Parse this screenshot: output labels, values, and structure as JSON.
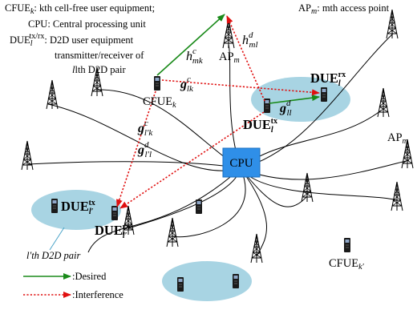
{
  "legend_top": {
    "cfue_term": "CFUE",
    "cfue_sub": "k",
    "cfue_desc": ": kth cell-free user equipment;",
    "ap_term": "AP",
    "ap_sub": "m",
    "ap_desc": ": mth access point",
    "cpu_term": "CPU",
    "cpu_desc": ": Central processing unit",
    "due_term": "DUE",
    "due_sub": "l",
    "due_sup": "tx/rx",
    "due_desc_line1": ": D2D user equipment",
    "due_desc_line2": "transmitter/receiver of",
    "due_desc_line3": "lth D2D pair"
  },
  "nodes": {
    "cpu_label": "CPU",
    "ap_label": "AP",
    "ap_sub": "m",
    "cfue_label": "CFUE",
    "cfue_k_sub": "k",
    "cfue_kprime_sub": "k′",
    "due_label": "DUE",
    "due_l_rx_sub": "l",
    "due_l_rx_sup": "rx",
    "due_l_tx_sub": "l",
    "due_l_tx_sup": "tx",
    "due_lprime_tx_sub": "l′",
    "due_lprime_tx_sup": "tx",
    "due_lprime_rx_sub": "l′",
    "due_lprime_rx_sup": "rx",
    "pair_label": "l′th D2D pair"
  },
  "channels": {
    "h_mk": {
      "base": "h",
      "sup": "c",
      "sub": "mk"
    },
    "h_ml": {
      "base": "h",
      "sup": "d",
      "sub": "ml"
    },
    "g_lk": {
      "base": "g",
      "sup": "c",
      "sub": "lk"
    },
    "g_ll": {
      "base": "g",
      "sup": "d",
      "sub": "ll"
    },
    "g_lpk": {
      "base": "g",
      "sup": "c",
      "sub": "l′k"
    },
    "g_lpl": {
      "base": "g",
      "sup": "d",
      "sub": "l′l"
    }
  },
  "legend_bottom": {
    "desired": ":Desired",
    "interference": ":Interference"
  },
  "colors": {
    "ellipse": "#a8d4e3",
    "cpu": "#2f8fe8",
    "desired": "#1a8a1a",
    "interference": "#e01010",
    "phone": "#1a1a1a"
  }
}
